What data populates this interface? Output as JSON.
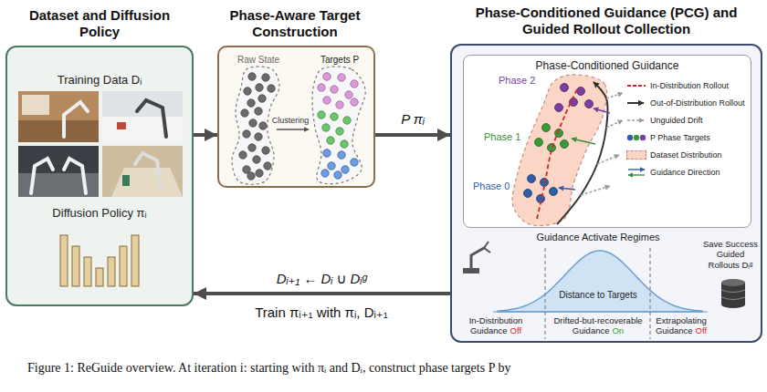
{
  "diagram": {
    "caption": "Figure 1: ReGuide overview. At iteration i: starting with πᵢ and Dᵢ, construct phase targets P by",
    "nodes": [
      {
        "text": [
          "Dataset and Diffusion Policy",
          "Training Data Dᵢ",
          "Diffusion Policy πᵢ"
        ]
      },
      {
        "text": [
          "Phase-Aware Target Construction",
          "Raw State",
          "Targets P"
        ]
      },
      {
        "text": [
          "Phase-Conditioned Guidance (PCG) and Guided Rollout Collection"
        ]
      },
      {
        "text": [
          "Phase-Conditioned Guidance"
        ],
        "in": 2
      }
    ],
    "edges": [
      {
        "from": 0,
        "to": 1,
        "arrow": "to"
      },
      {
        "from": 1,
        "to": 2,
        "arrow": "to",
        "label": "P πᵢ"
      },
      {
        "from": 2,
        "to": 0,
        "arrow": "to",
        "label": "Dᵢ₊₁ ← Dᵢ ∪ Dᵢᵍ"
      }
    ],
    "labels": [
      "Clustering",
      "Phase 2",
      "Phase 1",
      "Phase 0",
      "Guidance Activate Regimes",
      "Distance to Targets",
      "In-Distribution Guidance",
      "Off",
      "Drifted-but-recoverable Guidance",
      "On",
      "Extrapolating Guidance",
      "Off",
      "Save Success Guided Rollouts Dᵢᵍ",
      "Train πᵢ₊₁ with πᵢ, Dᵢ₊₁"
    ],
    "legend": [
      {
        "text": "In-Distribution Rollout"
      },
      {
        "text": "Out-of-Distribution Rollout"
      },
      {
        "text": "Unguided Drift"
      },
      {
        "text": "P Phase Targets"
      },
      {
        "text": "Dataset Distribution",
        "color": "#fbd5c5"
      },
      {
        "text": "Guidance Direction"
      }
    ]
  }
}
